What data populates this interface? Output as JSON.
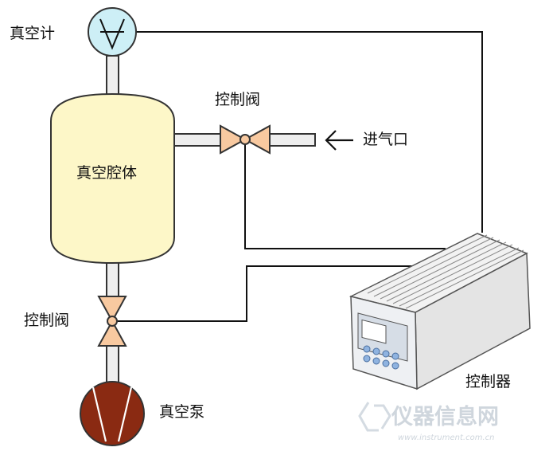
{
  "labels": {
    "vacuum_gauge": "真空计",
    "vacuum_chamber": "真空腔体",
    "control_valve_top": "控制阀",
    "gas_inlet": "进气口",
    "control_valve_bottom": "控制阀",
    "controller": "控制器",
    "vacuum_pump": "真空泵"
  },
  "watermark": {
    "title": "仪器信息网",
    "url": "www.instrument.com.cn"
  },
  "colors": {
    "chamber_fill": "#fdf7c8",
    "gauge_fill": "#cdeff6",
    "valve_fill": "#f8c9a0",
    "pump_fill": "#8a2a12",
    "pipe_fill": "#eeeeee",
    "wire": "#111111"
  }
}
